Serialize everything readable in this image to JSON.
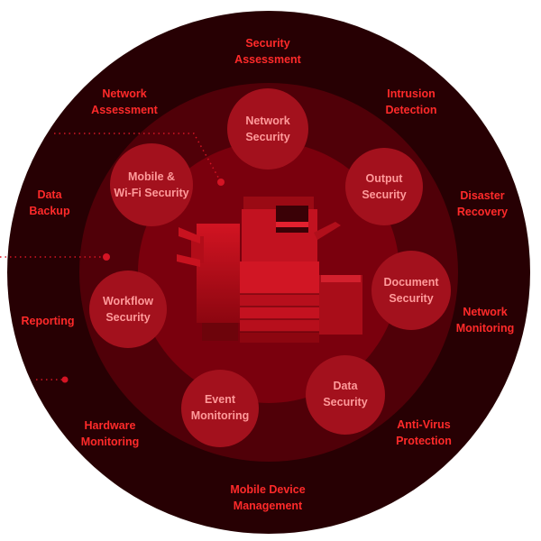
{
  "colors": {
    "outer_ring": "#270003",
    "middle_ring": "#500008",
    "inner_disc": "#7a000d",
    "bubble": "#a3111d",
    "outer_text": "#ff2a2a",
    "inner_text": "#ff9a9a",
    "connector": "#d41424"
  },
  "outer_labels": [
    {
      "id": "security-assessment",
      "lines": [
        "Security",
        "Assessment"
      ]
    },
    {
      "id": "intrusion-detection",
      "lines": [
        "Intrusion",
        "Detection"
      ]
    },
    {
      "id": "disaster-recovery",
      "lines": [
        "Disaster",
        "Recovery"
      ]
    },
    {
      "id": "network-monitoring",
      "lines": [
        "Network",
        "Monitoring"
      ]
    },
    {
      "id": "anti-virus-protection",
      "lines": [
        "Anti-Virus",
        "Protection"
      ]
    },
    {
      "id": "mobile-device-management",
      "lines": [
        "Mobile Device",
        "Management"
      ]
    },
    {
      "id": "hardware-monitoring",
      "lines": [
        "Hardware",
        "Monitoring"
      ]
    },
    {
      "id": "reporting",
      "lines": [
        "Reporting"
      ]
    },
    {
      "id": "data-backup",
      "lines": [
        "Data",
        "Backup"
      ]
    },
    {
      "id": "network-assessment",
      "lines": [
        "Network",
        "Assessment"
      ]
    }
  ],
  "inner_labels": [
    {
      "id": "network-security",
      "lines": [
        "Network",
        "Security"
      ]
    },
    {
      "id": "output-security",
      "lines": [
        "Output",
        "Security"
      ]
    },
    {
      "id": "document-security",
      "lines": [
        "Document",
        "Security"
      ]
    },
    {
      "id": "data-security",
      "lines": [
        "Data",
        "Security"
      ]
    },
    {
      "id": "event-monitoring",
      "lines": [
        "Event",
        "Monitoring"
      ]
    },
    {
      "id": "workflow-security",
      "lines": [
        "Workflow",
        "Security"
      ]
    },
    {
      "id": "mobile-wifi-security",
      "lines": [
        "Mobile &",
        "Wi-Fi Security"
      ]
    }
  ],
  "center_image": {
    "icon": "multifunction-printer-icon"
  }
}
